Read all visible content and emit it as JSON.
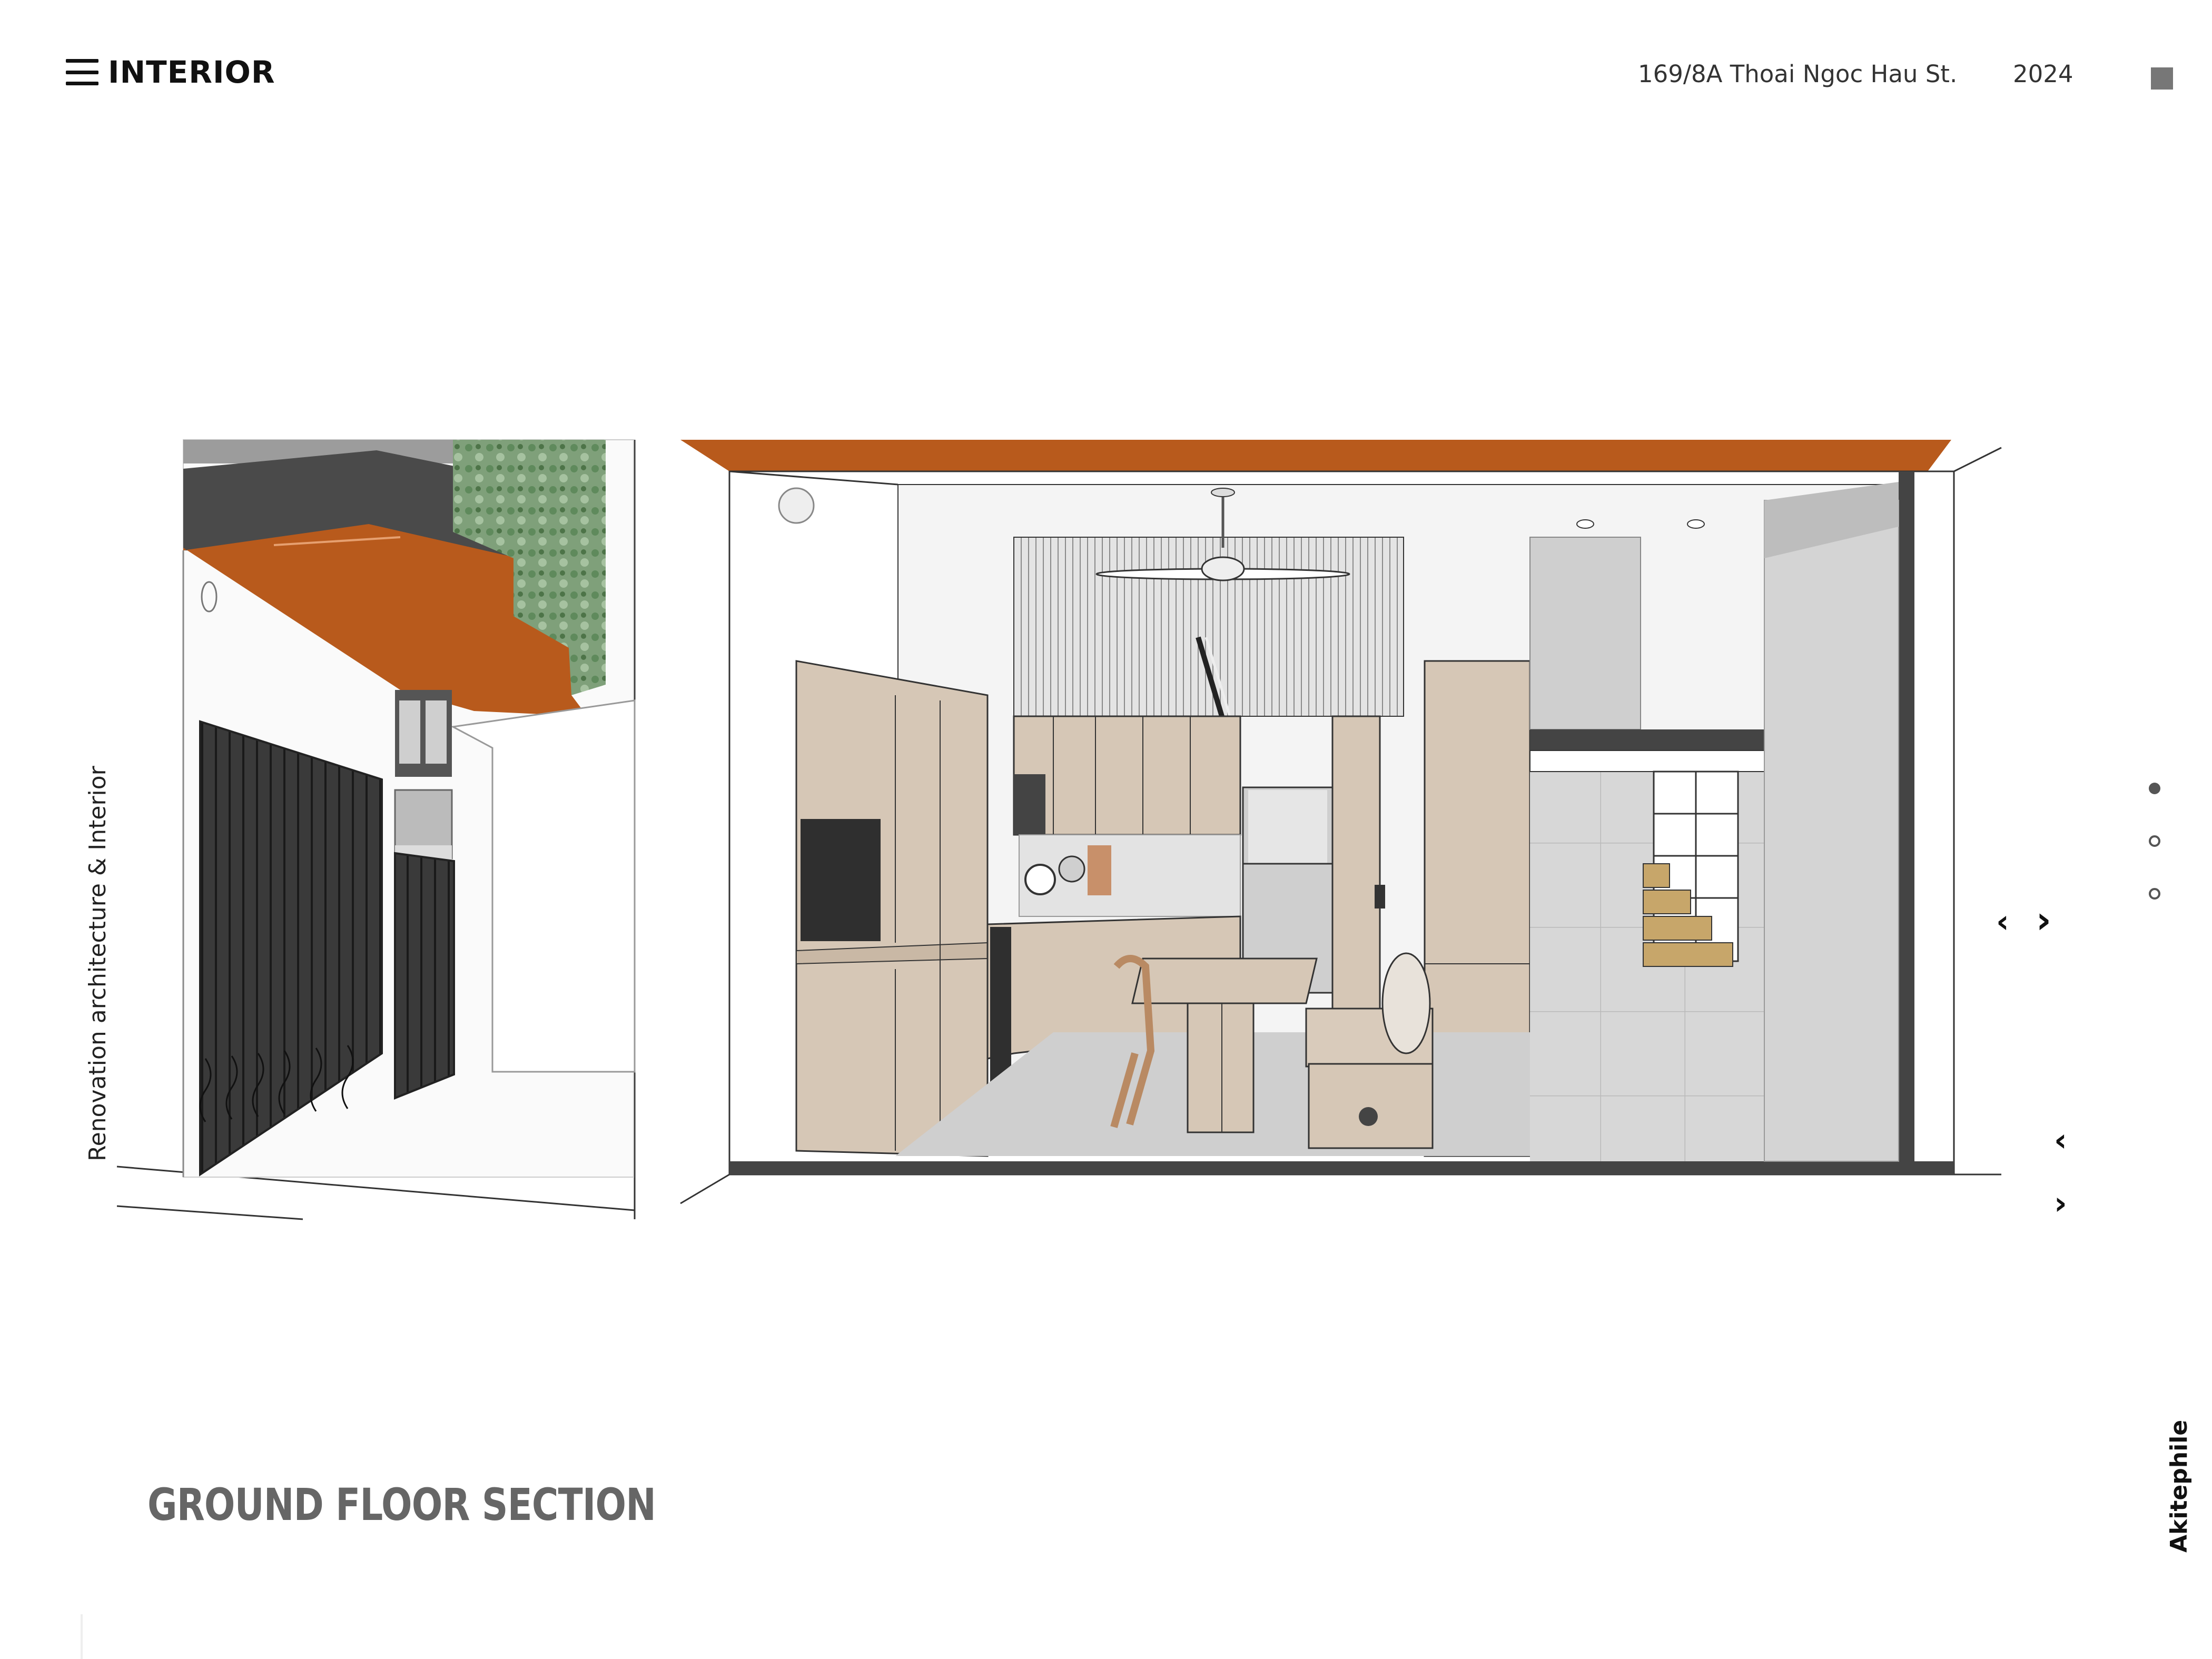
{
  "header": {
    "brand": "INTERIOR",
    "menu_icon": "hamburger-menu-icon",
    "address": "169/8A Thoai Ngoc Hau St.",
    "year": "2024",
    "square_icon": "square-icon"
  },
  "main": {
    "title": "GROUND FLOOR SECTION"
  },
  "sidebar": {
    "left_text": "Renovation architecture & Interior",
    "right_text": "Akitephile"
  },
  "pager": {
    "active_index": 0,
    "count": 3
  },
  "colors": {
    "wood_ceiling": "#b85a1c",
    "cabinet": "#d6c7b6",
    "floor": "#cfcfcf",
    "dark": "#333333",
    "title_gray": "#666666"
  }
}
